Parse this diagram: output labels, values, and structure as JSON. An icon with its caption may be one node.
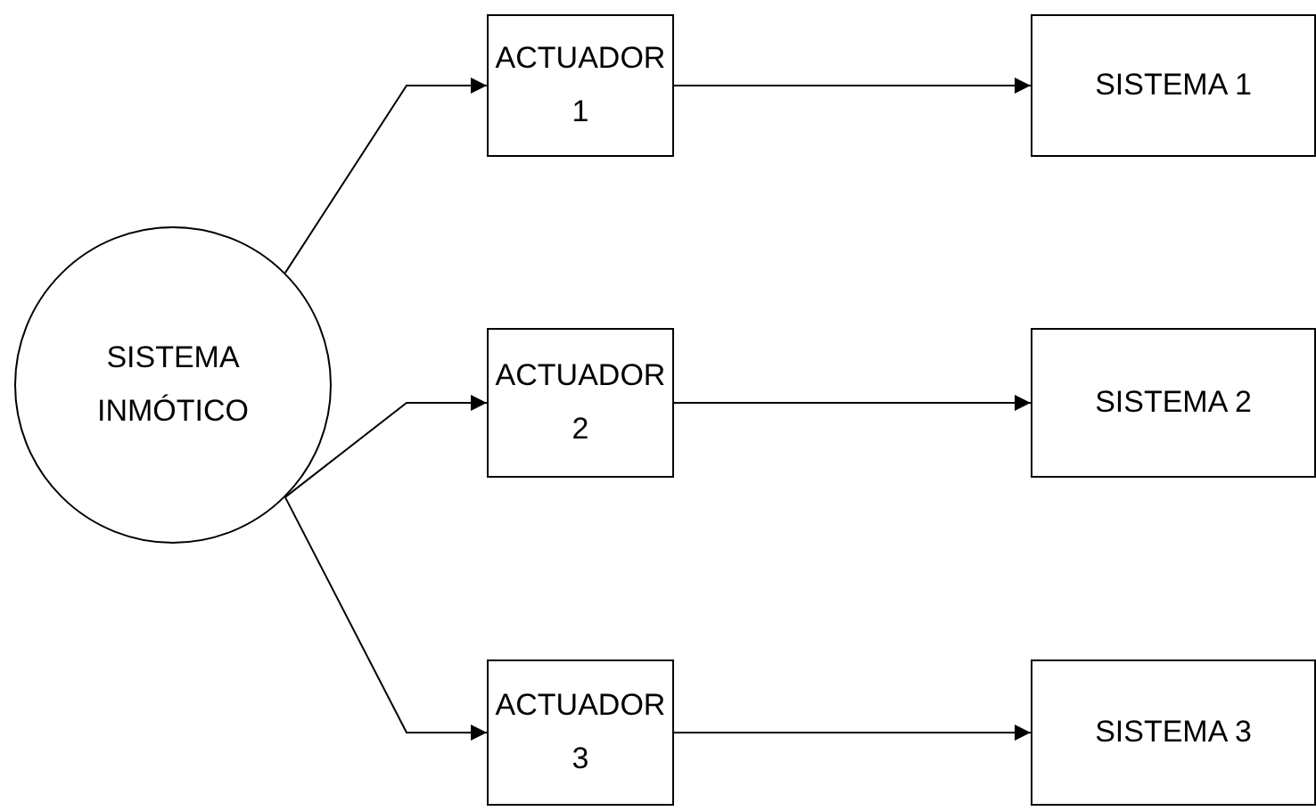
{
  "diagram": {
    "nodes": [
      {
        "text": [
          "SISTEMA INMÓTICO"
        ]
      },
      {
        "text": [
          "ACTUADOR 1"
        ]
      },
      {
        "text": [
          "ACTUADOR 2"
        ]
      },
      {
        "text": [
          "ACTUADOR 3"
        ]
      },
      {
        "text": [
          "SISTEMA 1"
        ]
      },
      {
        "text": [
          "SISTEMA 2"
        ]
      },
      {
        "text": [
          "SISTEMA 3"
        ]
      }
    ],
    "edges": [
      {
        "from": 0,
        "to": 1,
        "arrow": "to"
      },
      {
        "from": 0,
        "to": 2,
        "arrow": "to"
      },
      {
        "from": 0,
        "to": 3,
        "arrow": "to"
      },
      {
        "from": 1,
        "to": 4,
        "arrow": "to"
      },
      {
        "from": 2,
        "to": 5,
        "arrow": "to"
      },
      {
        "from": 3,
        "to": 6,
        "arrow": "to"
      }
    ]
  }
}
